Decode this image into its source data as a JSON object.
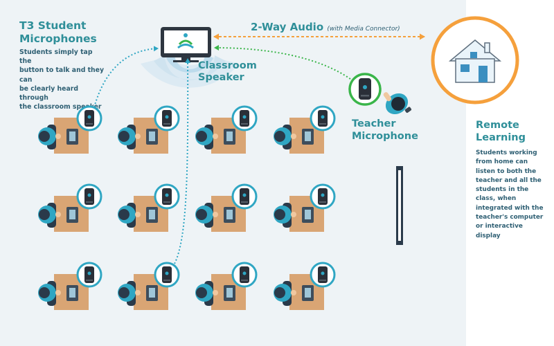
{
  "student_mics": {
    "title_line1": "T3 Student",
    "title_line2": "Microphones",
    "desc_lines": [
      "Students simply tap the",
      "button to talk and they can",
      "be clearly heard through",
      "the classroom speaker"
    ]
  },
  "speaker": {
    "line1": "Classroom",
    "line2": "Speaker"
  },
  "audio": {
    "title": "2-Way Audio",
    "subtitle": "(with Media Connector)"
  },
  "teacher": {
    "line1": "Teacher",
    "line2": "Microphone"
  },
  "remote": {
    "title_line1": "Remote",
    "title_line2": "Learning",
    "desc_lines": [
      "Students working",
      "from home can",
      "listen to both the",
      "teacher and all the",
      "students in the",
      "class, when",
      "integrated with the",
      "teacher's computer",
      "or interactive",
      "display"
    ]
  },
  "colors": {
    "teal": "#2f8f99",
    "navy": "#2e5f73",
    "orange": "#f5a03c",
    "green": "#3ab54a",
    "wood": "#d9a574",
    "room_bg": "#eef3f6"
  },
  "icons": [
    "display-icon",
    "speaker-waves-icon",
    "microphone-icon",
    "house-icon",
    "student-icon",
    "teacher-icon"
  ]
}
